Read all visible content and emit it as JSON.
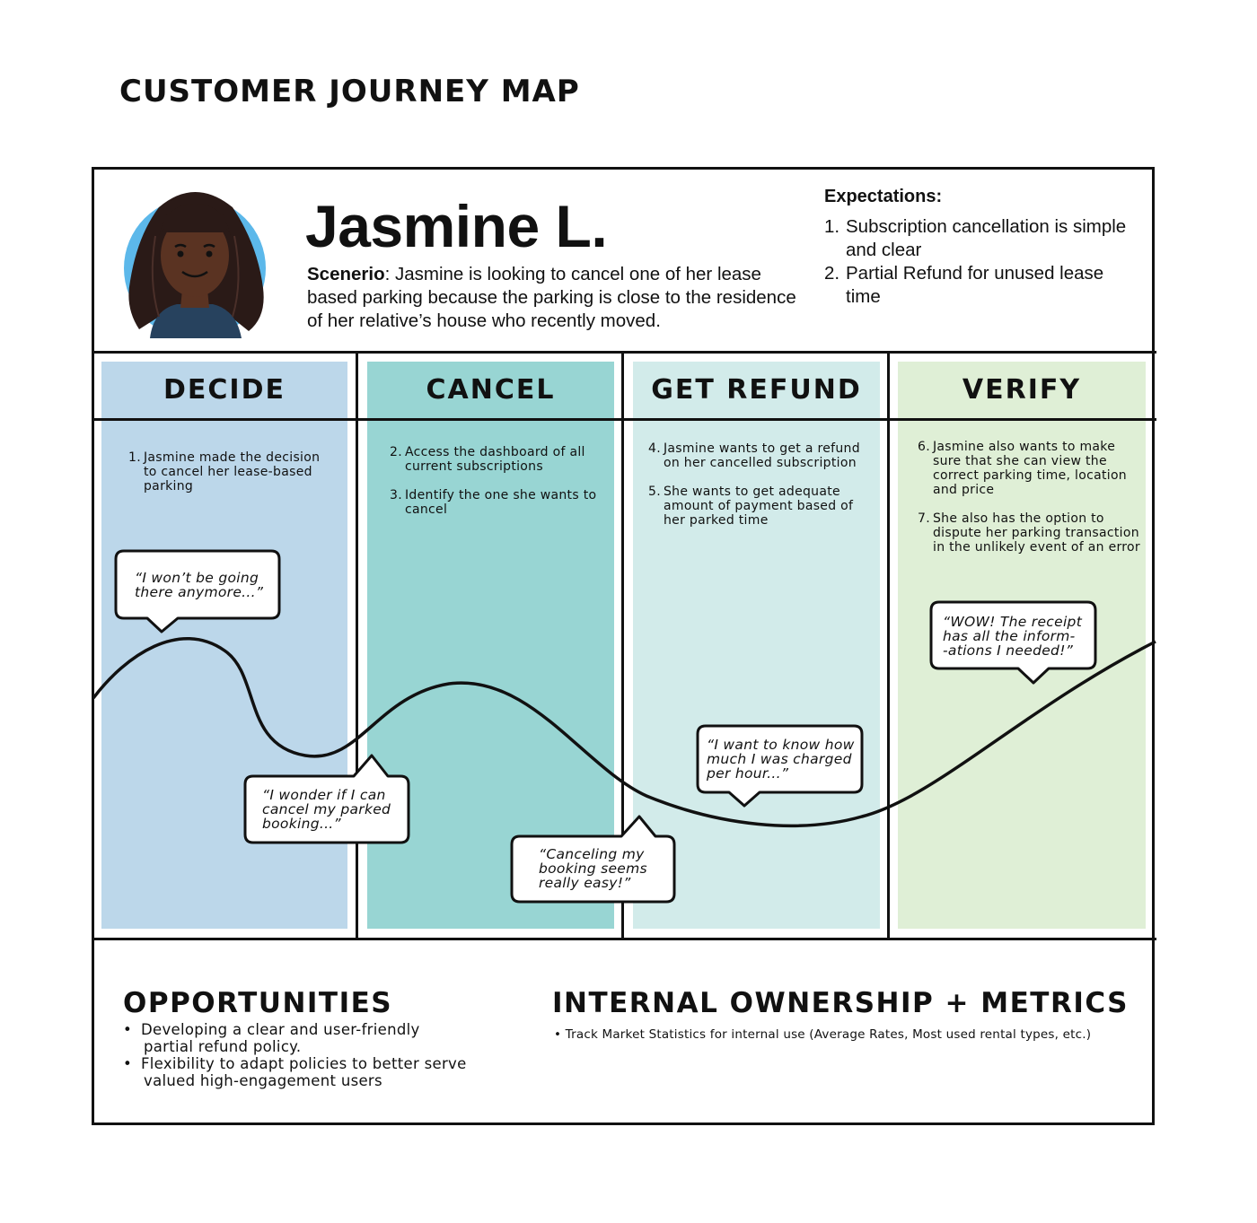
{
  "page_title": "CUSTOMER JOURNEY MAP",
  "persona": {
    "name": "Jasmine L.",
    "scenario_label": "Scenerio",
    "scenario_text": ": Jasmine is looking to cancel one of her lease based parking because the parking is close to the residence of her relative’s house who recently moved."
  },
  "expectations": {
    "heading": "Expectations:",
    "items": [
      {
        "num": "1.",
        "text": "Subscription cancellation is simple and clear"
      },
      {
        "num": "2.",
        "text": "Partial Refund for unused lease time"
      }
    ]
  },
  "stages": [
    {
      "label": "DECIDE",
      "color": "#bcd7ea",
      "steps": [
        {
          "num": "1.",
          "text": "Jasmine made the decision to cancel her lease-based parking"
        }
      ]
    },
    {
      "label": "CANCEL",
      "color": "#98d5d3",
      "steps": [
        {
          "num": "2.",
          "text": "Access the dashboard of all current subscriptions"
        },
        {
          "num": "3.",
          "text": "Identify the one she wants to cancel"
        }
      ]
    },
    {
      "label": "GET REFUND",
      "color": "#d2ebea",
      "steps": [
        {
          "num": "4.",
          "text": "Jasmine wants to get a refund on her cancelled subscription"
        },
        {
          "num": "5.",
          "text": "She wants to get adequate amount of payment based of her parked time"
        }
      ]
    },
    {
      "label": "VERIFY",
      "color": "#dfefd6",
      "steps": [
        {
          "num": "6.",
          "text": "Jasmine also wants to make sure that she can view the correct parking time, location and price"
        },
        {
          "num": "7.",
          "text": "She also has the option to dispute her parking transaction in the unlikely event of an error"
        }
      ]
    }
  ],
  "quotes": [
    {
      "lines": [
        "“I won’t be going",
        "there anymore...”"
      ]
    },
    {
      "lines": [
        "“I wonder if I can",
        "cancel my parked",
        "booking...”"
      ]
    },
    {
      "lines": [
        "“Canceling my",
        "booking seems",
        "really easy!”"
      ]
    },
    {
      "lines": [
        "“I want to know how",
        "much I was charged",
        "per hour...”"
      ]
    },
    {
      "lines": [
        "“WOW! The receipt",
        "has all the inform-",
        "-ations I needed!”"
      ]
    }
  ],
  "opportunities": {
    "heading": "OPPORTUNITIES",
    "items": [
      {
        "lines": [
          "Developing a clear and user-friendly",
          "partial refund policy."
        ]
      },
      {
        "lines": [
          "Flexibility to adapt policies to better serve",
          "valued high-engagement users"
        ]
      }
    ]
  },
  "ownership": {
    "heading": "INTERNAL OWNERSHIP + METRICS",
    "item": "• Track Market Statistics for internal use (Average Rates, Most used rental types, etc.)"
  },
  "colors": {
    "line": "#111111",
    "avatar_bg": "#5cb8ea",
    "skin": "#5a3322",
    "hair": "#2a1a17"
  }
}
